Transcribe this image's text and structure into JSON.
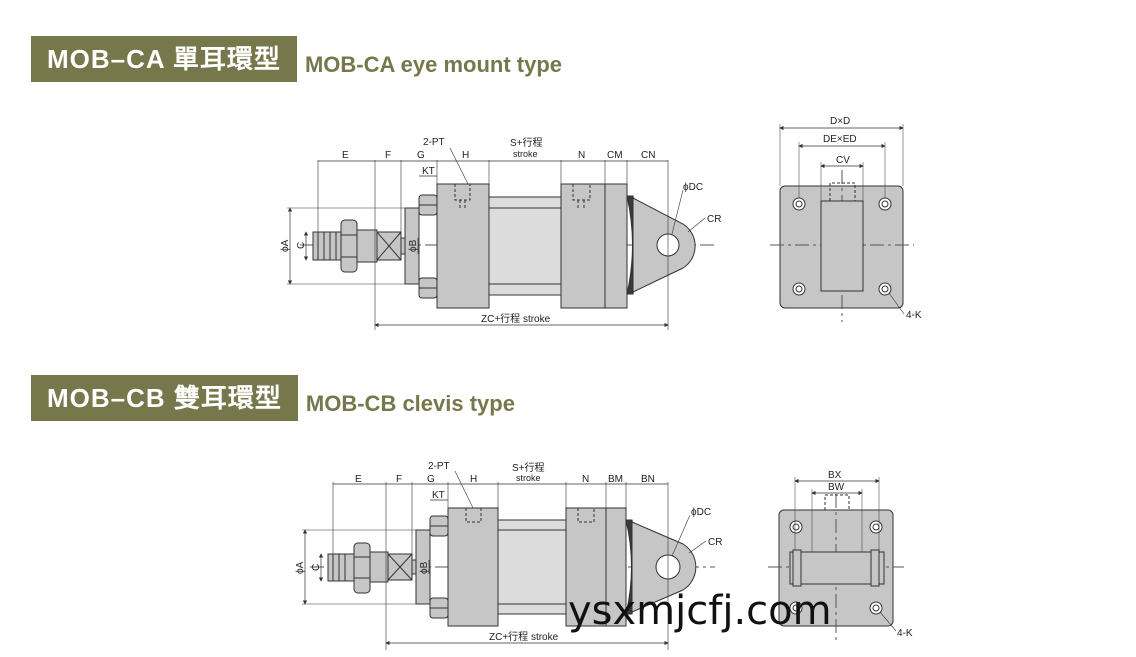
{
  "sections": {
    "ca": {
      "title_box": "MOB–CA 單耳環型",
      "title_en": "MOB-CA eye mount type",
      "dims": {
        "E": "E",
        "F": "F",
        "G": "G",
        "H": "H",
        "KT": "KT",
        "PT": "2-PT",
        "S": "S+行程",
        "stroke": "stroke",
        "N": "N",
        "CM": "CM",
        "CN": "CN",
        "DC": "ϕDC",
        "CR": "CR",
        "A": "ϕA",
        "C": "C",
        "B": "ϕB",
        "ZC": "ZC+行程 stroke",
        "DxD": "D×D",
        "DExED": "DE×ED",
        "CV": "CV",
        "K": "4-K"
      }
    },
    "cb": {
      "title_box": "MOB–CB 雙耳環型",
      "title_en": "MOB-CB clevis type",
      "dims": {
        "E": "E",
        "F": "F",
        "G": "G",
        "H": "H",
        "KT": "KT",
        "PT": "2-PT",
        "S": "S+行程",
        "stroke": "stroke",
        "N": "N",
        "BM": "BM",
        "BN": "BN",
        "DC": "ϕDC",
        "CR": "CR",
        "A": "ϕA",
        "C": "C",
        "B": "ϕB",
        "ZC": "ZC+行程 stroke",
        "BX": "BX",
        "BW": "BW",
        "K": "4-K"
      }
    }
  },
  "watermark": "ysxmjcfj.com",
  "colors": {
    "accent": "#76784c",
    "body": "#c6c6c6",
    "dark": "#3a3a3a"
  }
}
